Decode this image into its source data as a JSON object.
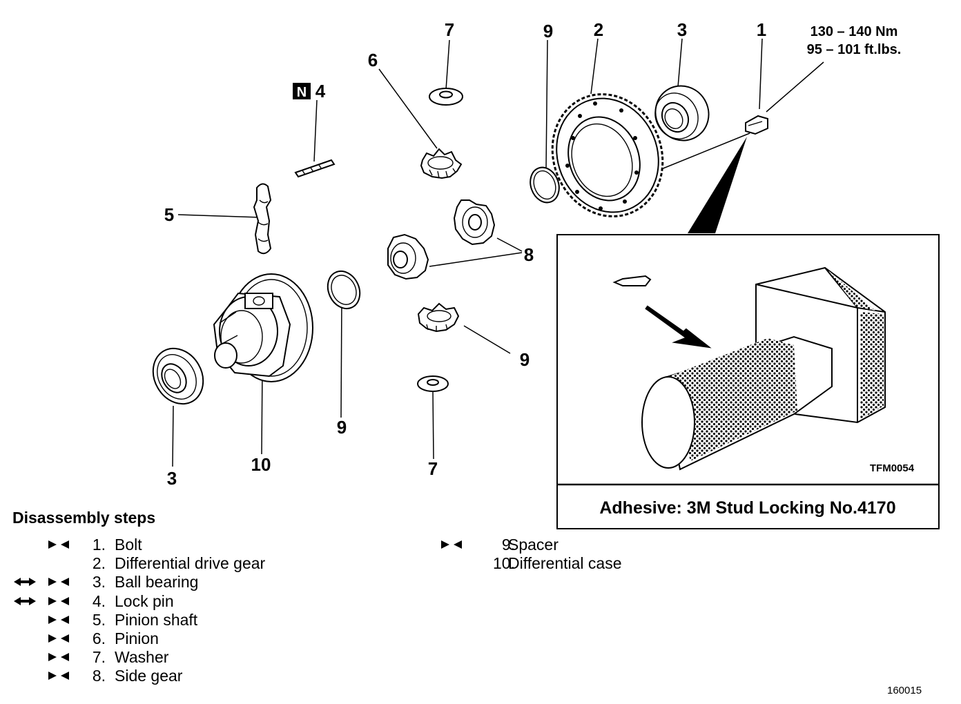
{
  "callouts": {
    "c1": "1",
    "c2": "2",
    "c3_top": "3",
    "c3_bottom": "3",
    "c4": "4",
    "n_badge": "N",
    "c5": "5",
    "c6": "6",
    "c7_top": "7",
    "c7_bottom": "7",
    "c8": "8",
    "c9_top": "9",
    "c9_right": "9",
    "c9_left": "9",
    "c10": "10"
  },
  "torque": {
    "line1": "130 – 140 Nm",
    "line2": "95 – 101 ft.lbs."
  },
  "detail": {
    "figure_code": "TFM0054",
    "adhesive_label": "Adhesive:  3M  Stud  Locking  No.4170"
  },
  "steps_title": "Disassembly steps",
  "steps_left": [
    {
      "number": "1.",
      "label": "Bolt",
      "marks": [
        "install"
      ]
    },
    {
      "number": "2.",
      "label": "Differential drive gear",
      "marks": []
    },
    {
      "number": "3.",
      "label": "Ball bearing",
      "marks": [
        "remove",
        "install"
      ]
    },
    {
      "number": "4.",
      "label": "Lock pin",
      "marks": [
        "remove",
        "install"
      ]
    },
    {
      "number": "5.",
      "label": "Pinion shaft",
      "marks": [
        "install"
      ]
    },
    {
      "number": "6.",
      "label": "Pinion",
      "marks": [
        "install"
      ]
    },
    {
      "number": "7.",
      "label": "Washer",
      "marks": [
        "install"
      ]
    },
    {
      "number": "8.",
      "label": "Side gear",
      "marks": [
        "install"
      ]
    }
  ],
  "steps_right": [
    {
      "number": "9.",
      "label": "Spacer",
      "marks": [
        "install"
      ]
    },
    {
      "number": "10.",
      "label": "Differential case",
      "marks": []
    }
  ],
  "figure_number": "160015"
}
